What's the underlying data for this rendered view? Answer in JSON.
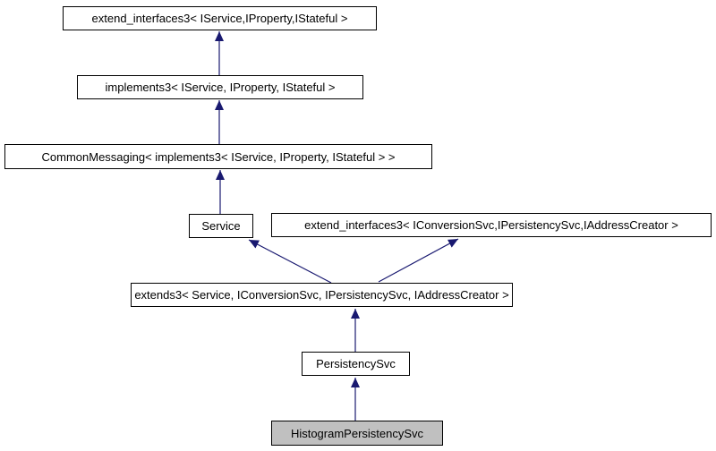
{
  "diagram": {
    "type": "class-inheritance-graph",
    "colors": {
      "edge": "#191970",
      "node_border": "#000000",
      "node_background": "#ffffff",
      "highlight_background": "#c0c0c0",
      "text": "#000000",
      "page_background": "#ffffff"
    },
    "nodes": [
      {
        "id": "extend_interfaces3_top",
        "label": "extend_interfaces3< IService,IProperty,IStateful >",
        "highlighted": false
      },
      {
        "id": "implements3",
        "label": "implements3< IService, IProperty, IStateful >",
        "highlighted": false
      },
      {
        "id": "common_messaging",
        "label": "CommonMessaging< implements3< IService, IProperty, IStateful > >",
        "highlighted": false
      },
      {
        "id": "service",
        "label": "Service",
        "highlighted": false
      },
      {
        "id": "extend_interfaces3_right",
        "label": "extend_interfaces3< IConversionSvc,IPersistencySvc,IAddressCreator >",
        "highlighted": false
      },
      {
        "id": "extends3",
        "label": "extends3< Service, IConversionSvc, IPersistencySvc, IAddressCreator >",
        "highlighted": false
      },
      {
        "id": "persistency_svc",
        "label": "PersistencySvc",
        "highlighted": false
      },
      {
        "id": "histogram_persistency_svc",
        "label": "HistogramPersistencySvc",
        "highlighted": true
      }
    ],
    "edges": [
      {
        "from": "implements3",
        "to": "extend_interfaces3_top",
        "relation": "inherits"
      },
      {
        "from": "common_messaging",
        "to": "implements3",
        "relation": "inherits"
      },
      {
        "from": "service",
        "to": "common_messaging",
        "relation": "inherits"
      },
      {
        "from": "extends3",
        "to": "service",
        "relation": "inherits"
      },
      {
        "from": "extends3",
        "to": "extend_interfaces3_right",
        "relation": "inherits"
      },
      {
        "from": "persistency_svc",
        "to": "extends3",
        "relation": "inherits"
      },
      {
        "from": "histogram_persistency_svc",
        "to": "persistency_svc",
        "relation": "inherits"
      }
    ]
  }
}
